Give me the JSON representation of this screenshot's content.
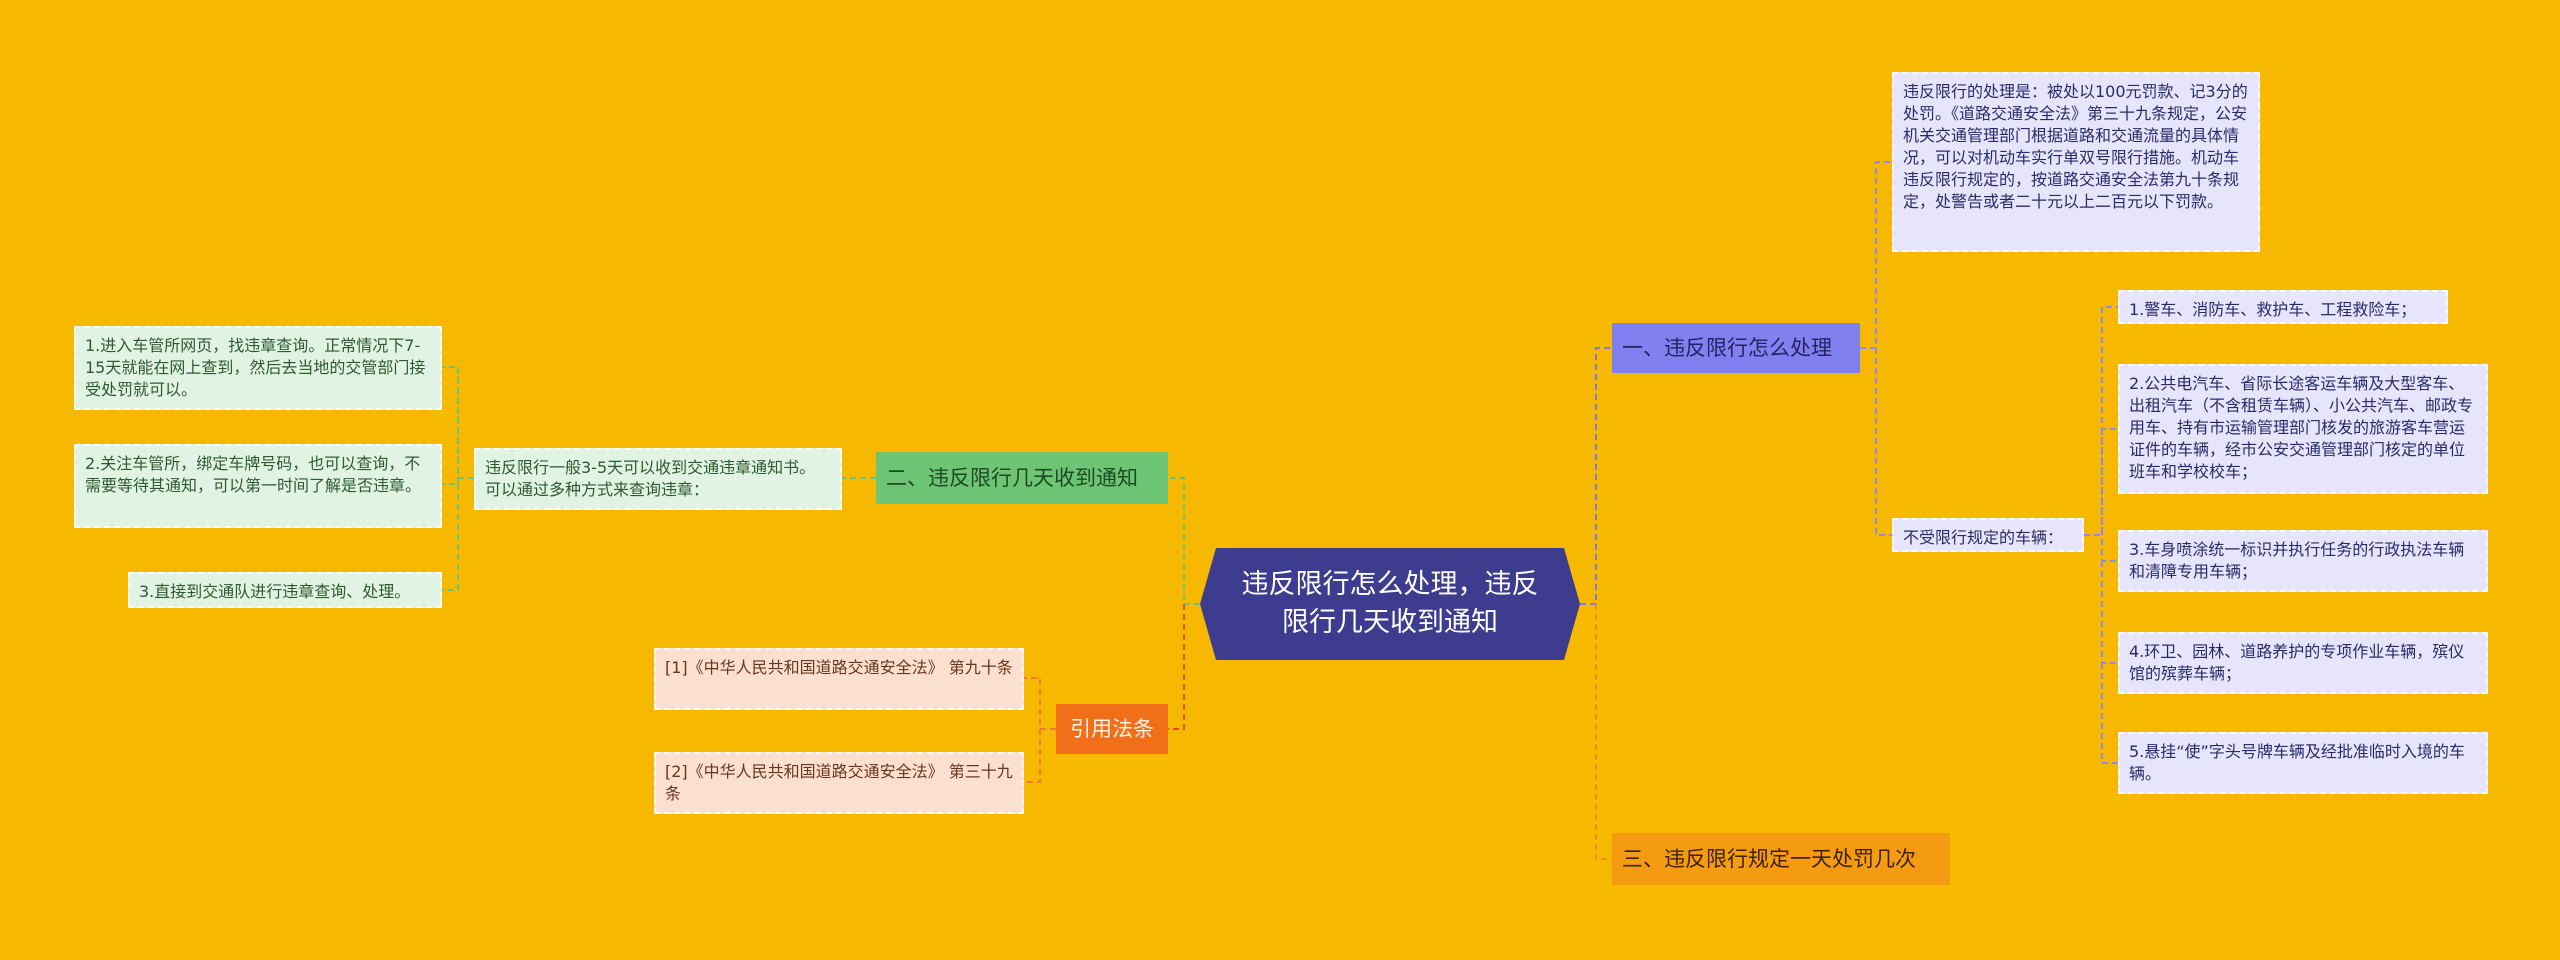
{
  "root": {
    "title": "违反限行怎么处理，违反限行几天收到通知"
  },
  "branches": {
    "b1": {
      "label": "一、违反限行怎么处理",
      "penalty": "违反限行的处理是：被处以100元罚款、记3分的处罚。《道路交通安全法》第三十九条规定，公安机关交通管理部门根据道路和交通流量的具体情况，可以对机动车实行单双号限行措施。机动车违反限行规定的，按道路交通安全法第九十条规定，处警告或者二十元以上二百元以下罚款。",
      "exempt_label": "不受限行规定的车辆：",
      "exempt": [
        "1.警车、消防车、救护车、工程救险车；",
        "2.公共电汽车、省际长途客运车辆及大型客车、出租汽车（不含租赁车辆）、小公共汽车、邮政专用车、持有市运输管理部门核发的旅游客车营运证件的车辆，经市公安交通管理部门核定的单位班车和学校校车；",
        "3.车身喷涂统一标识并执行任务的行政执法车辆和清障专用车辆；",
        "4.环卫、园林、道路养护的专项作业车辆，殡仪馆的殡葬车辆；",
        "5.悬挂“使”字头号牌车辆及经批准临时入境的车辆。"
      ]
    },
    "b2": {
      "label": "二、违反限行几天收到通知",
      "desc": "违反限行一般3-5天可以收到交通违章通知书。可以通过多种方式来查询违章：",
      "ways": [
        "1.进入车管所网页，找违章查询。正常情况下7-15天就能在网上查到，然后去当地的交管部门接受处罚就可以。",
        "2.关注车管所，绑定车牌号码，也可以查询，不需要等待其通知，可以第一时间了解是否违章。",
        "3.直接到交通队进行违章查询、处理。"
      ]
    },
    "b3": {
      "label": "三、违反限行规定一天处罚几次"
    },
    "b4": {
      "label": "引用法条",
      "refs": [
        "[1]《中华人民共和国道路交通安全法》 第九十条",
        "[2]《中华人民共和国道路交通安全法》 第三十九条"
      ]
    }
  },
  "colors": {
    "background": "#f7b900",
    "root": "#3e3c8e",
    "branch1": "#8180f0",
    "branch2": "#6cc474",
    "branch3": "#f59b11",
    "branch4": "#f26f1a"
  }
}
